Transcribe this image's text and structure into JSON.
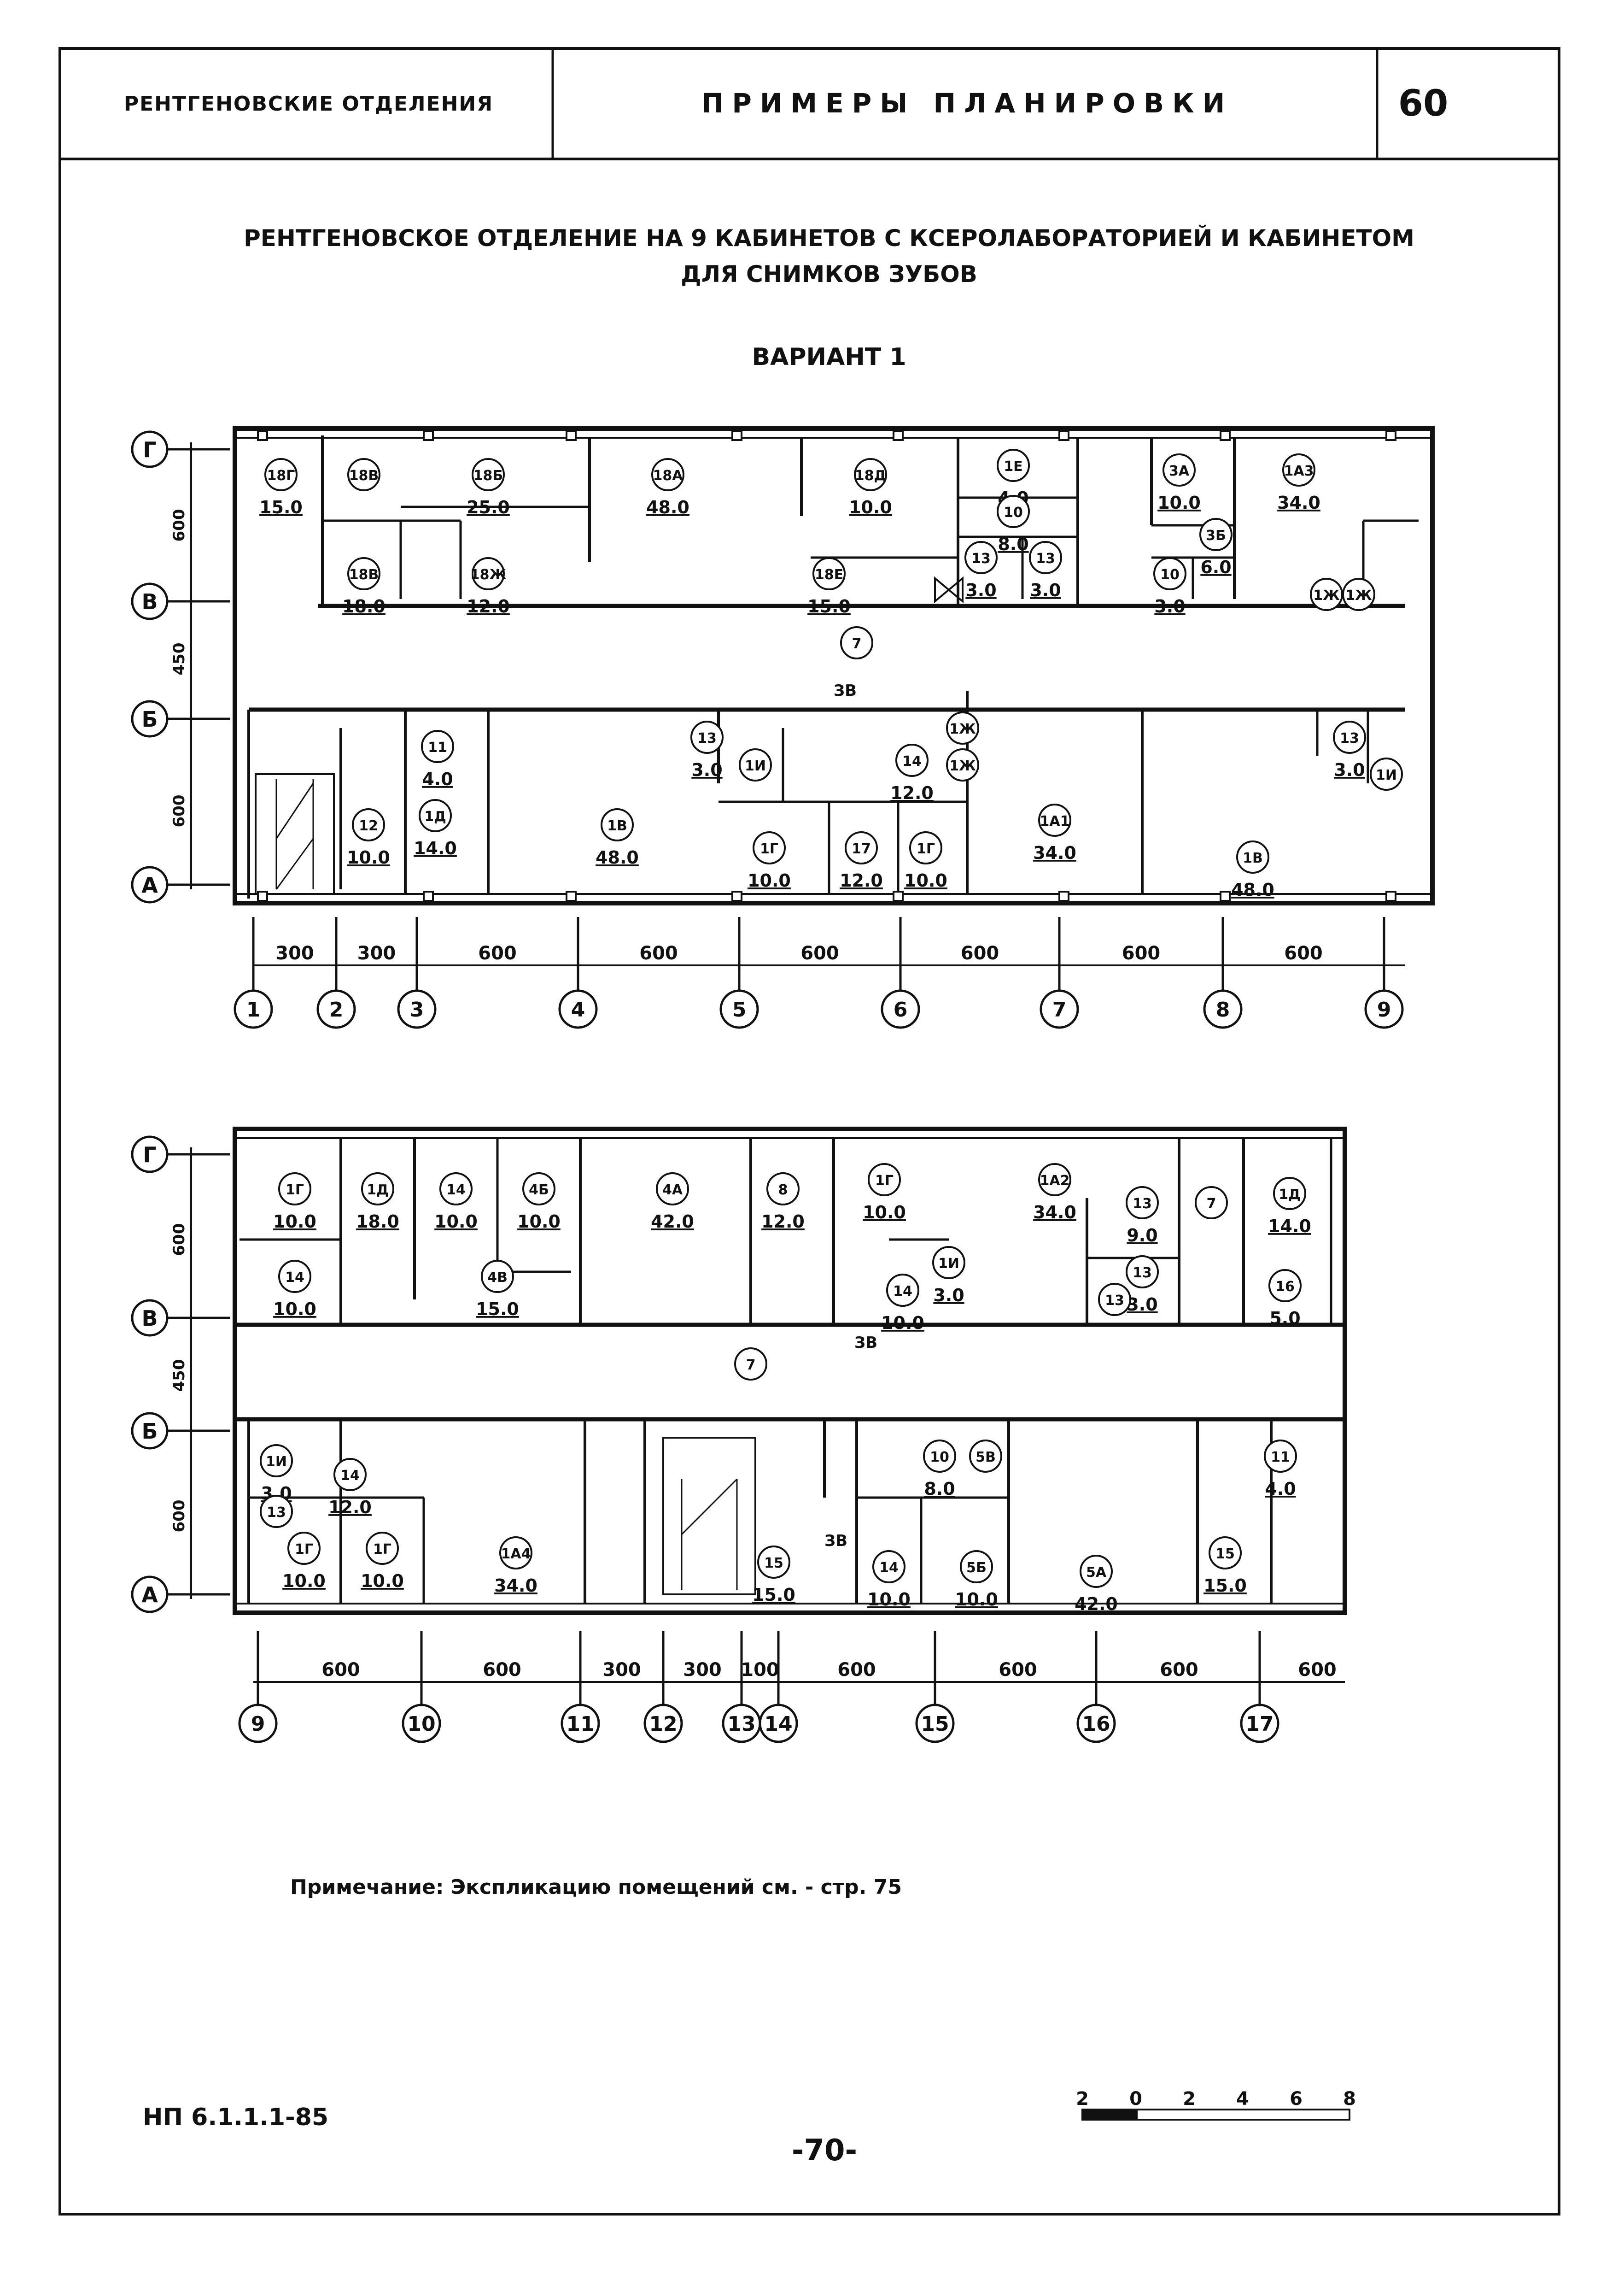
{
  "header": {
    "section": "РЕНТГЕНОВСКИЕ ОТДЕЛЕНИЯ",
    "title": "ПРИМЕРЫ ПЛАНИРОВКИ",
    "sheet_number": "60"
  },
  "drawing_title": {
    "line1": "РЕНТГЕНОВСКОЕ ОТДЕЛЕНИЕ НА 9 КАБИНЕТОВ С КСЕРОЛАБОРАТОРИЕЙ И КАБИНЕТОМ",
    "line2": "ДЛЯ СНИМКОВ ЗУБОВ"
  },
  "variant": "ВАРИАНТ 1",
  "axes": {
    "rows": [
      "Г",
      "В",
      "Б",
      "А"
    ],
    "row_dims": [
      "600",
      "450",
      "600"
    ],
    "plan1_cols": [
      "1",
      "2",
      "3",
      "4",
      "5",
      "6",
      "7",
      "8",
      "9"
    ],
    "plan1_dims": [
      "300",
      "300",
      "600",
      "600",
      "600",
      "600",
      "600",
      "600"
    ],
    "plan2_cols": [
      "9",
      "10",
      "11",
      "12",
      "13",
      "14",
      "15",
      "16",
      "17"
    ],
    "plan2_dims": [
      "600",
      "600",
      "300",
      "300",
      "100",
      "600",
      "600",
      "600",
      "600"
    ]
  },
  "plan1_rooms": [
    {
      "mark": "18Г",
      "area": "15.0"
    },
    {
      "mark": "18В",
      "area": ""
    },
    {
      "mark": "18Б",
      "area": "25.0"
    },
    {
      "mark": "18А",
      "area": "48.0"
    },
    {
      "mark": "18Д",
      "area": "10.0"
    },
    {
      "mark": "1Е",
      "area": "4.0"
    },
    {
      "mark": "10",
      "area": "8.0"
    },
    {
      "mark": "3А",
      "area": "10.0"
    },
    {
      "mark": "1А3",
      "area": "34.0"
    },
    {
      "mark": "18В",
      "area": "18.0"
    },
    {
      "mark": "18Ж",
      "area": "12.0"
    },
    {
      "mark": "18Е",
      "area": "15.0"
    },
    {
      "mark": "13",
      "area": "3.0"
    },
    {
      "mark": "13",
      "area": "3.0"
    },
    {
      "mark": "3Б",
      "area": "6.0"
    },
    {
      "mark": "10",
      "area": "3.0"
    },
    {
      "mark": "1Ж",
      "area": ""
    },
    {
      "mark": "1Ж",
      "area": ""
    },
    {
      "mark": "7",
      "area": ""
    },
    {
      "mark": "11",
      "area": "4.0"
    },
    {
      "mark": "1Д",
      "area": "14.0"
    },
    {
      "mark": "12",
      "area": "10.0"
    },
    {
      "mark": "1В",
      "area": "48.0"
    },
    {
      "mark": "13",
      "area": "3.0"
    },
    {
      "mark": "1И",
      "area": ""
    },
    {
      "mark": "14",
      "area": "12.0"
    },
    {
      "mark": "1Ж",
      "area": ""
    },
    {
      "mark": "1Ж",
      "area": ""
    },
    {
      "mark": "1Г",
      "area": "10.0"
    },
    {
      "mark": "17",
      "area": "12.0"
    },
    {
      "mark": "1Г",
      "area": "10.0"
    },
    {
      "mark": "1А1",
      "area": "34.0"
    },
    {
      "mark": "1В",
      "area": "48.0"
    },
    {
      "mark": "13",
      "area": "3.0"
    },
    {
      "mark": "1И",
      "area": ""
    }
  ],
  "plan2_rooms": [
    {
      "mark": "1Г",
      "area": "10.0"
    },
    {
      "mark": "1Д",
      "area": "18.0"
    },
    {
      "mark": "14",
      "area": "10.0"
    },
    {
      "mark": "4Б",
      "area": "10.0"
    },
    {
      "mark": "4А",
      "area": "42.0"
    },
    {
      "mark": "8",
      "area": "12.0"
    },
    {
      "mark": "1Г",
      "area": "10.0"
    },
    {
      "mark": "1А2",
      "area": "34.0"
    },
    {
      "mark": "13",
      "area": "9.0"
    },
    {
      "mark": "7",
      "area": ""
    },
    {
      "mark": "1Д",
      "area": "14.0"
    },
    {
      "mark": "14",
      "area": "10.0"
    },
    {
      "mark": "4В",
      "area": "15.0"
    },
    {
      "mark": "1И",
      "area": "3.0"
    },
    {
      "mark": "14",
      "area": "10.0"
    },
    {
      "mark": "13",
      "area": "3.0"
    },
    {
      "mark": "13",
      "area": ""
    },
    {
      "mark": "16",
      "area": "5.0"
    },
    {
      "mark": "7",
      "area": ""
    },
    {
      "mark": "1И",
      "area": "3.0"
    },
    {
      "mark": "14",
      "area": "12.0"
    },
    {
      "mark": "13",
      "area": ""
    },
    {
      "mark": "10",
      "area": "8.0"
    },
    {
      "mark": "5В",
      "area": ""
    },
    {
      "mark": "11",
      "area": "4.0"
    },
    {
      "mark": "1Г",
      "area": "10.0"
    },
    {
      "mark": "1Г",
      "area": "10.0"
    },
    {
      "mark": "1А4",
      "area": "34.0"
    },
    {
      "mark": "15",
      "area": "15.0"
    },
    {
      "mark": "14",
      "area": "10.0"
    },
    {
      "mark": "5Б",
      "area": "10.0"
    },
    {
      "mark": "5А",
      "area": "42.0"
    },
    {
      "mark": "15",
      "area": "15.0"
    }
  ],
  "labels": {
    "elevator": "ЗВ"
  },
  "note": "Примечание: Экспликацию помещений см. - стр. 75",
  "scale_bar": [
    "2",
    "0",
    "2",
    "4",
    "6",
    "8"
  ],
  "doc_code": "НП 6.1.1.1-85",
  "page_number": "-70-"
}
